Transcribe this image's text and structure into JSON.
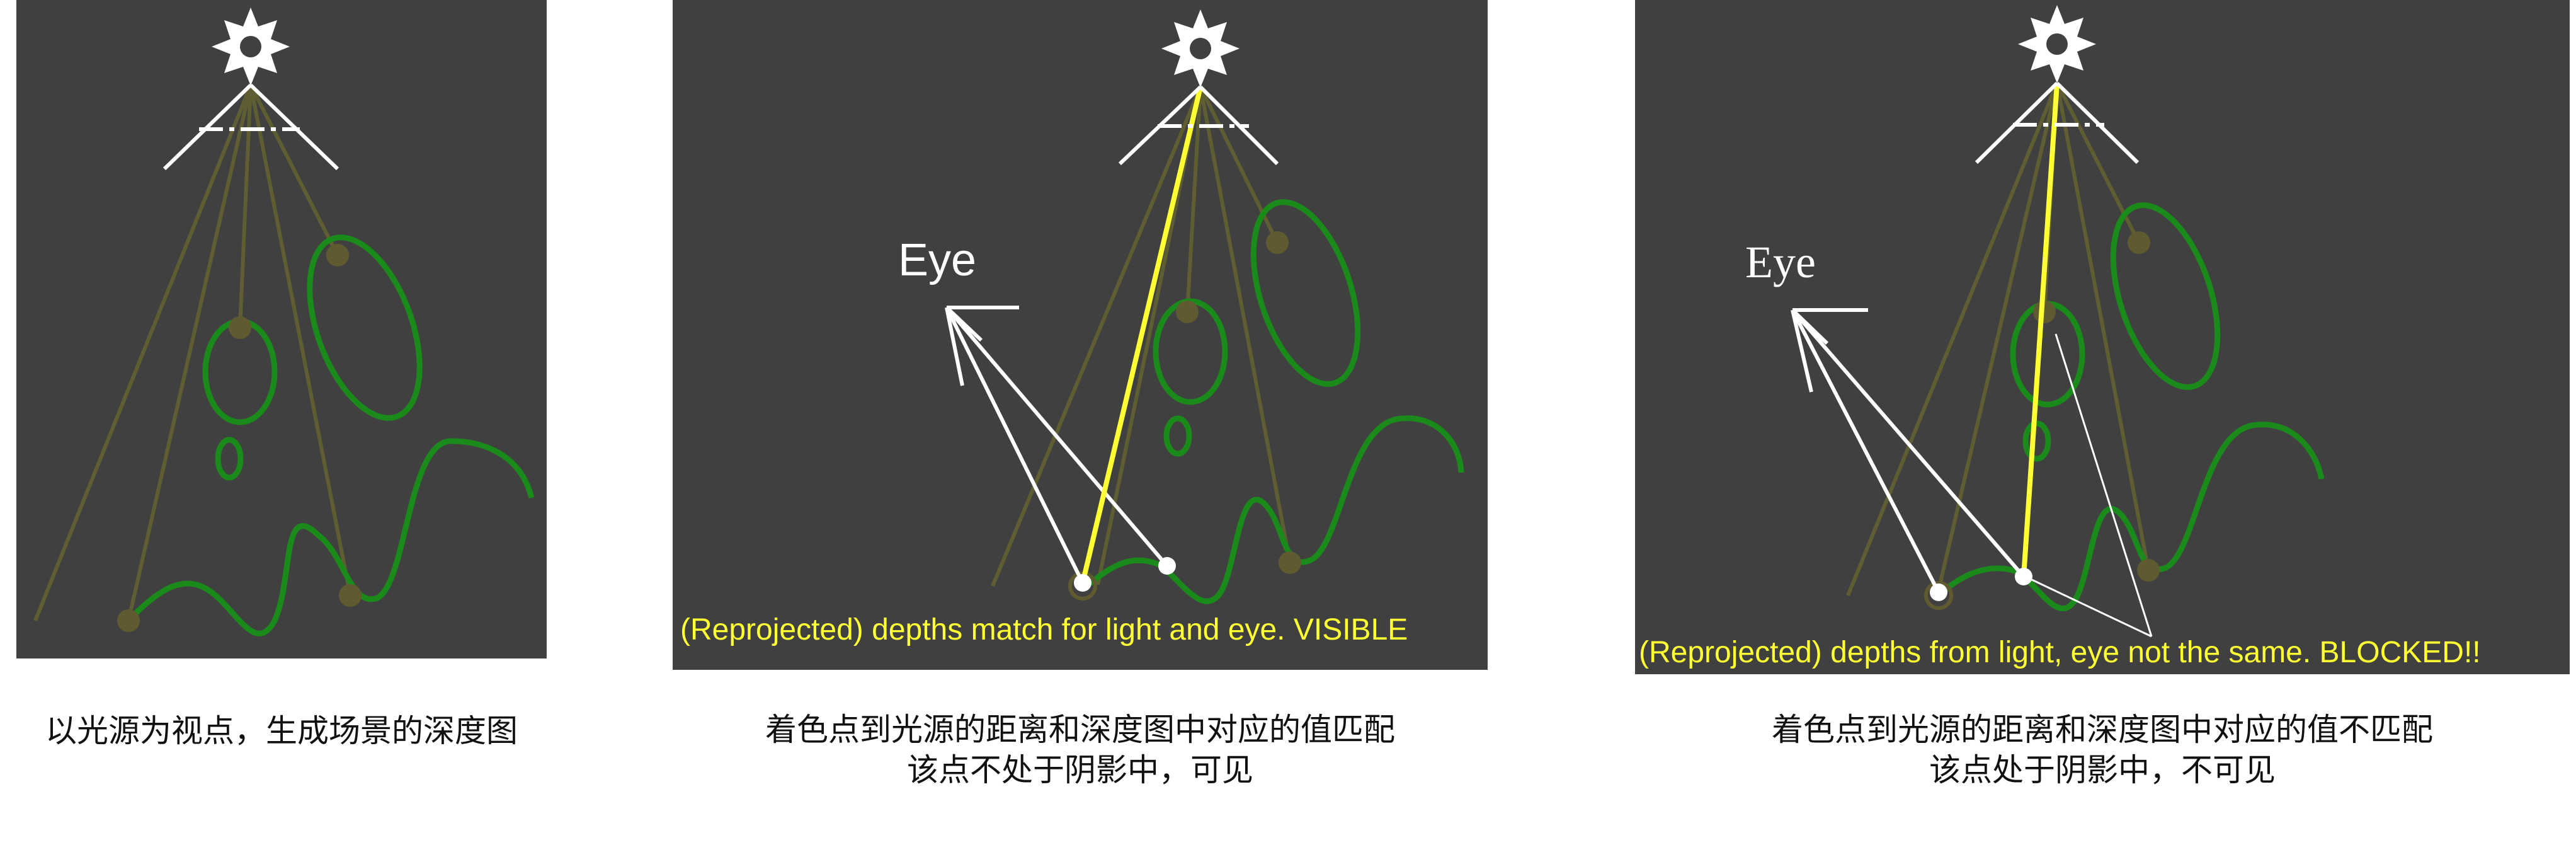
{
  "colors": {
    "panel_bg": "#404040",
    "scene_green": "#1a8a1a",
    "ray_olive": "#5e5e32",
    "depth_point": "#605a30",
    "highlight_ray": "#ffff33",
    "white": "#ffffff",
    "caption_yellow": "#ffff33"
  },
  "panels": [
    {
      "name": "depth-map-from-light",
      "caption_lines": [
        "以光源为视点，生成场景的深度图"
      ]
    },
    {
      "name": "visible-case",
      "eye_label": "Eye",
      "overlay_caption": "(Reprojected) depths match for light and eye.  VISIBLE",
      "caption_lines": [
        "着色点到光源的距离和深度图中对应的值匹配",
        "该点不处于阴影中，可见"
      ]
    },
    {
      "name": "blocked-case",
      "eye_label": "Eye",
      "overlay_caption": "(Reprojected) depths from light, eye not the same.  BLOCKED!!",
      "caption_lines": [
        "着色点到光源的距离和深度图中对应的值不匹配",
        "该点处于阴影中，不可见"
      ]
    }
  ]
}
